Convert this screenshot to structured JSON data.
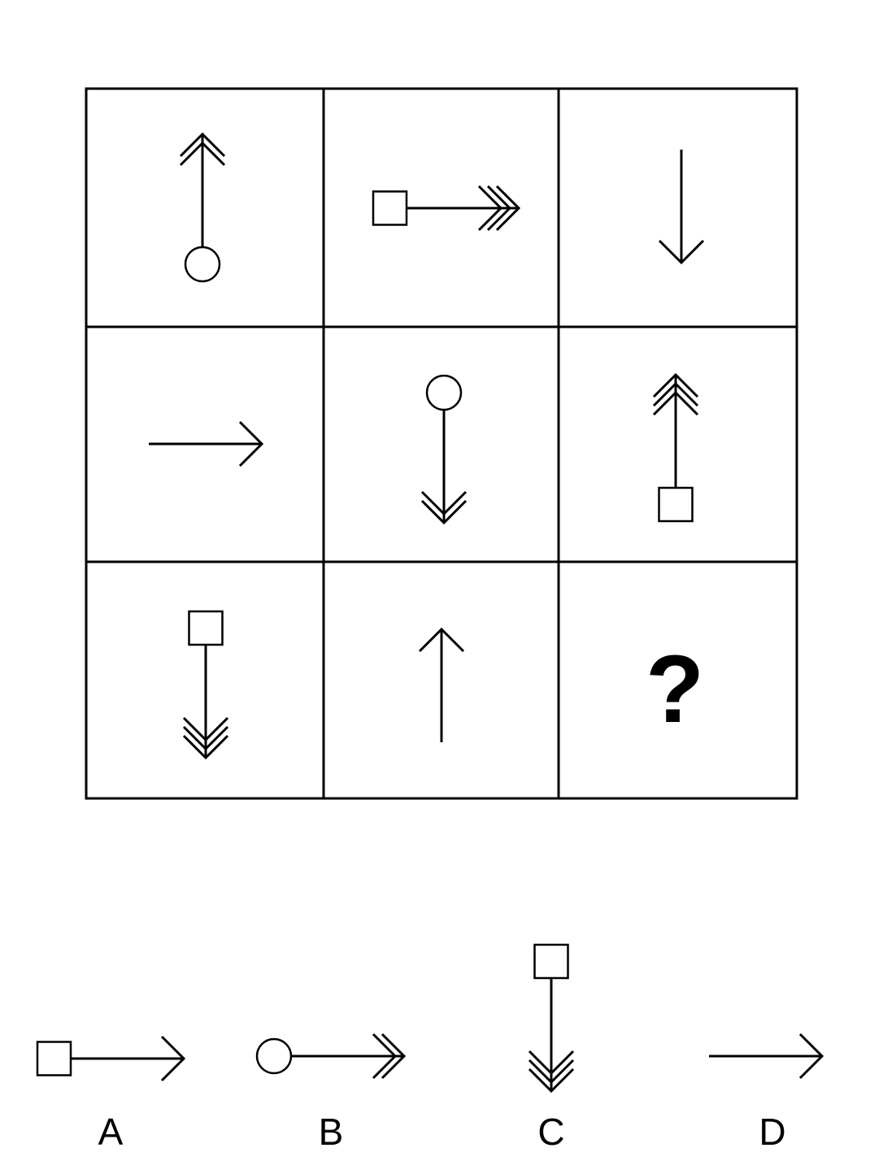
{
  "puzzle": {
    "missing_mark": "?",
    "grid": [
      {
        "cell": "r1c1",
        "direction": "up",
        "heads": 2,
        "tail": "circle"
      },
      {
        "cell": "r1c2",
        "direction": "right",
        "heads": 3,
        "tail": "square"
      },
      {
        "cell": "r1c3",
        "direction": "down",
        "heads": 1,
        "tail": "none"
      },
      {
        "cell": "r2c1",
        "direction": "right",
        "heads": 1,
        "tail": "none"
      },
      {
        "cell": "r2c2",
        "direction": "down",
        "heads": 2,
        "tail": "circle"
      },
      {
        "cell": "r2c3",
        "direction": "up",
        "heads": 3,
        "tail": "square"
      },
      {
        "cell": "r3c1",
        "direction": "down",
        "heads": 3,
        "tail": "square"
      },
      {
        "cell": "r3c2",
        "direction": "up",
        "heads": 1,
        "tail": "none"
      },
      {
        "cell": "r3c3",
        "direction": "none",
        "heads": 0,
        "tail": "question"
      }
    ],
    "options": [
      {
        "label": "A",
        "direction": "right",
        "heads": 1,
        "tail": "square"
      },
      {
        "label": "B",
        "direction": "right",
        "heads": 2,
        "tail": "circle"
      },
      {
        "label": "C",
        "direction": "down",
        "heads": 3,
        "tail": "square"
      },
      {
        "label": "D",
        "direction": "right",
        "heads": 1,
        "tail": "none"
      }
    ]
  }
}
